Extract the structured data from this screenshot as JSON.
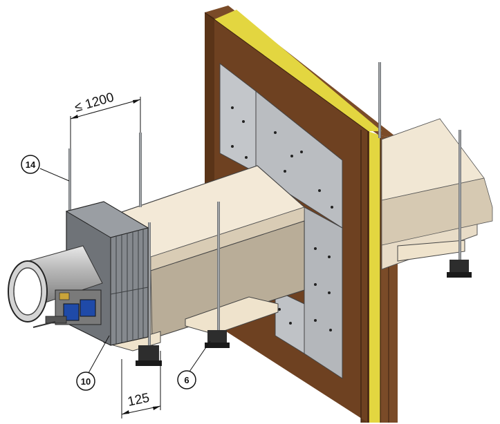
{
  "dimensions": {
    "max_spacing": "≤ 1200",
    "offset": "125"
  },
  "callouts": {
    "hanger_rod": "14",
    "support_strip": "10",
    "bracket": "6"
  },
  "colors": {
    "wall_brown": "#6e4121",
    "insulation_yellow": "#e3d640",
    "board_grey": "#b9bcc0",
    "duct_beige": "#ece0cc",
    "steel": "#8a8d90"
  }
}
